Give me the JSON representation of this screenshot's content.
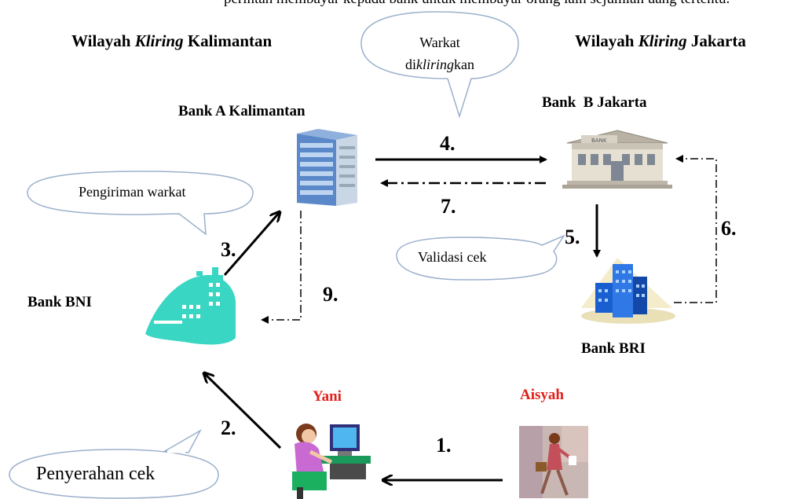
{
  "header_fragment": "perintah membayar kepada bank untuk membayar orang lain sejumlah uang tertentu.",
  "regions": {
    "left": {
      "prefix": "Wilayah ",
      "italic": "Kliring",
      "suffix": " Kalimantan"
    },
    "right": {
      "prefix": "Wilayah ",
      "italic": "Kliring",
      "suffix": " Jakarta"
    }
  },
  "banks": {
    "bank_a": "Bank A Kalimantan",
    "bank_b": "Bank  B Jakarta",
    "bni": "Bank BNI",
    "bri": "Bank BRI"
  },
  "people": {
    "yani": "Yani",
    "aisyah": "Aisyah"
  },
  "bubbles": {
    "kliring": {
      "line1": "Warkat",
      "line2_prefix": "di",
      "line2_italic": "kliring",
      "line2_suffix": "kan"
    },
    "pengiriman": "Pengiriman warkat",
    "validasi": "Validasi cek",
    "penyerahan": "Penyerahan cek"
  },
  "steps": [
    "1.",
    "2.",
    "3.",
    "4.",
    "5.",
    "6.",
    "7.",
    "9."
  ],
  "colors": {
    "person_label": "#e0201b",
    "bni_icon": "#3ad6c4",
    "bri_icon": "#1a5fd0",
    "bubble_fill": "#ffffff",
    "bubble_stroke": "#9bb0cc"
  }
}
